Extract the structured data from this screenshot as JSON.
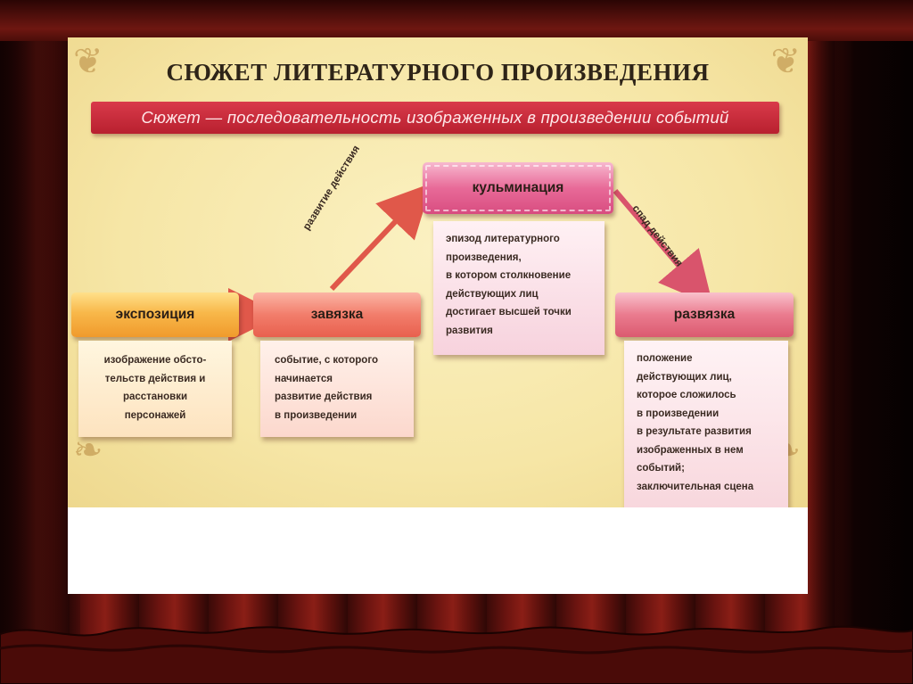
{
  "poster": {
    "title": "СЮЖЕТ ЛИТЕРАТУРНОГО ПРОИЗВЕДЕНИЯ",
    "definition": "Сюжет — последовательность изображенных в произведении событий"
  },
  "stages": {
    "exposition": {
      "label": "экспозиция",
      "description": [
        "изображение обсто-",
        "тельств действия и",
        "расстановки",
        "персонажей"
      ]
    },
    "zavyazka": {
      "label": "завязка",
      "description": [
        "событие, с которого",
        "начинается",
        "развитие действия",
        "в произведении"
      ]
    },
    "climax": {
      "label": "кульминация",
      "description": [
        "эпизод литературного",
        "произведения,",
        "в котором столкновение",
        "действующих лиц",
        "достигает высшей точки",
        "развития"
      ]
    },
    "razvyazka": {
      "label": "развязка",
      "description": [
        "положение",
        "действующих лиц,",
        "которое сложилось",
        "в произведении",
        "в результате развития",
        "изображенных в нем",
        "событий;",
        "заключительная сцена"
      ]
    }
  },
  "arrows": {
    "rising_label": "развитие действия",
    "falling_label": "спад действия"
  },
  "colors": {
    "definition_bar": "#c42a3a",
    "exposition": "#f4a63a",
    "zavyazka": "#ee6e5c",
    "climax": "#e05a8c",
    "razvyazka": "#e26a80"
  }
}
